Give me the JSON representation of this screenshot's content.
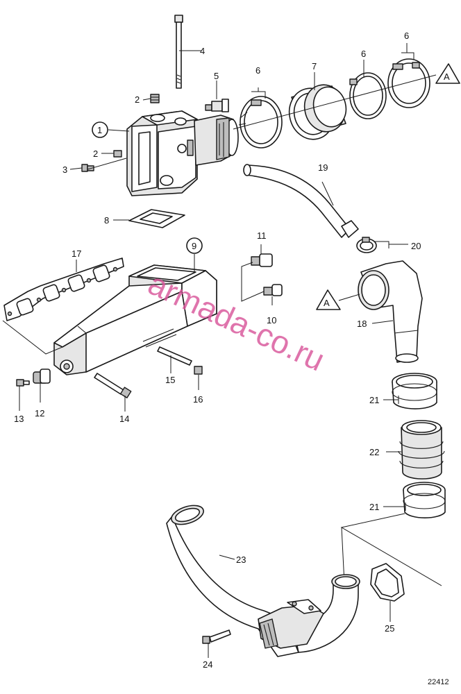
{
  "watermark": "armada-co.ru",
  "drawing_number": "22412",
  "reference_marker": "A",
  "callouts": {
    "c1": "1",
    "c2a": "2",
    "c2b": "2",
    "c3": "3",
    "c4": "4",
    "c5": "5",
    "c6a": "6",
    "c6b": "6",
    "c6c": "6",
    "c7": "7",
    "c8": "8",
    "c9": "9",
    "c10": "10",
    "c11": "11",
    "c12": "12",
    "c13": "13",
    "c14": "14",
    "c15": "15",
    "c16": "16",
    "c17": "17",
    "c18": "18",
    "c19": "19",
    "c20": "20",
    "c21a": "21",
    "c21b": "21",
    "c22": "22",
    "c23": "23",
    "c24": "24",
    "c25": "25"
  },
  "colors": {
    "line": "#1a1a1a",
    "watermark": "#d9569b",
    "shade": "#e6e6e6"
  }
}
